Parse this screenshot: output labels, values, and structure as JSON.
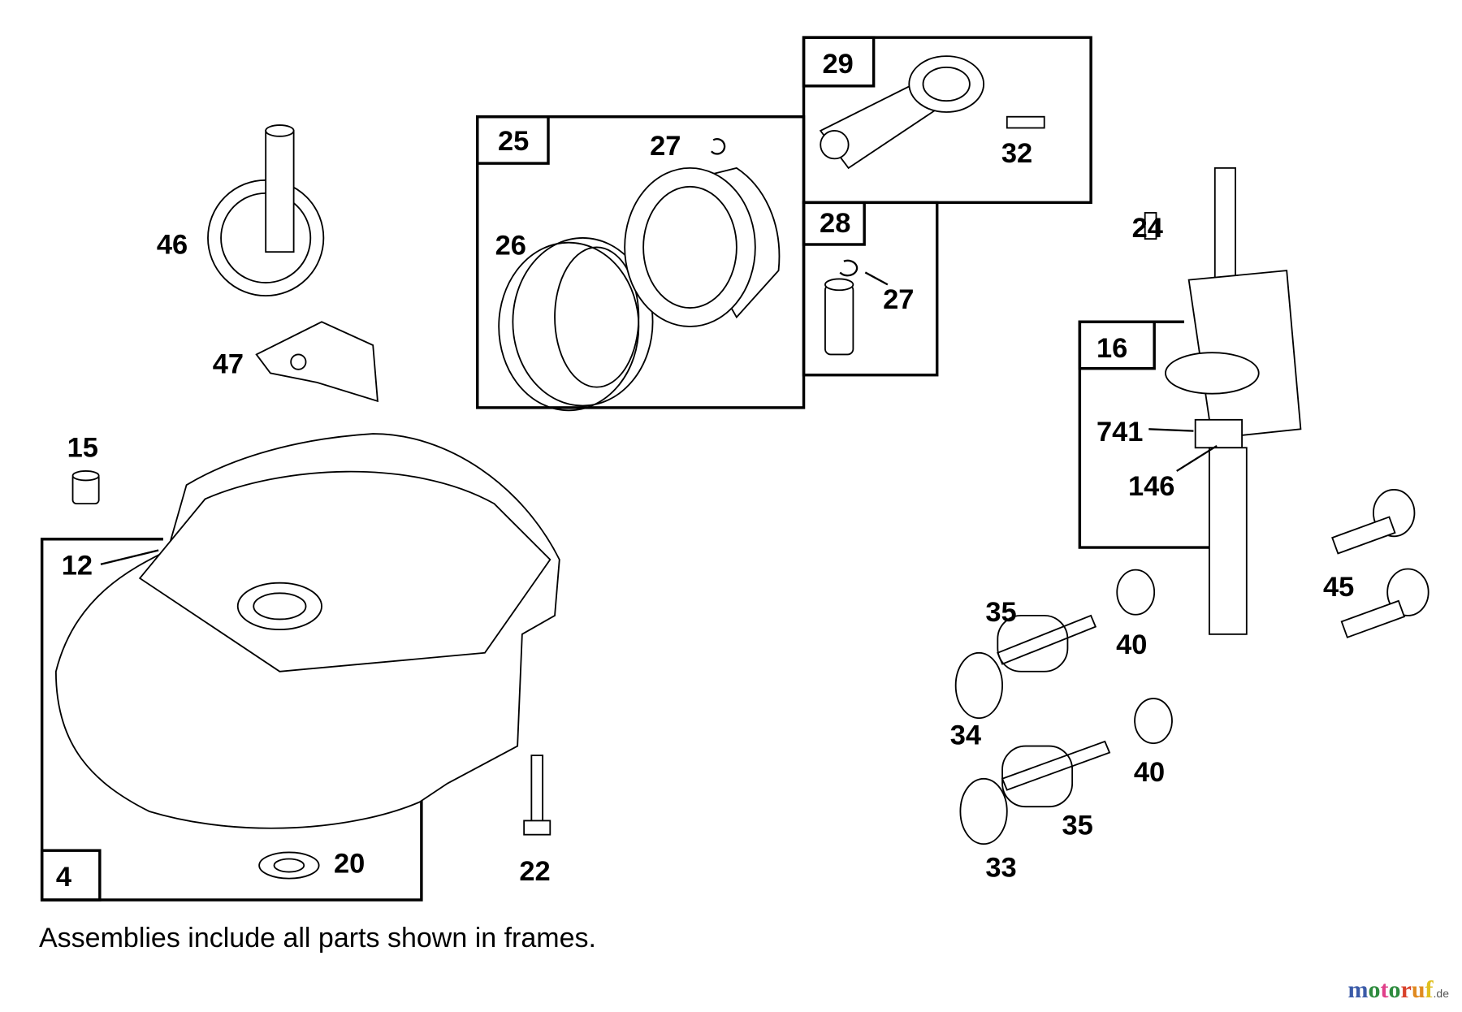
{
  "callouts": {
    "p46": "46",
    "p47": "47",
    "p15": "15",
    "p12": "12",
    "p4": "4",
    "p20": "20",
    "p22": "22",
    "p25": "25",
    "p27a": "27",
    "p26": "26",
    "p29": "29",
    "p32": "32",
    "p28": "28",
    "p27b": "27",
    "p24": "24",
    "p16": "16",
    "p741": "741",
    "p146": "146",
    "p35a": "35",
    "p40a": "40",
    "p45": "45",
    "p34": "34",
    "p40b": "40",
    "p35b": "35",
    "p33": "33"
  },
  "note": "Assemblies include all parts shown in frames.",
  "watermark": {
    "text": "motoruf",
    "suffix": ".de",
    "colors": [
      "#3b5ba8",
      "#2e8b3e",
      "#e0408a",
      "#2e8b3e",
      "#d8402a",
      "#e08a20",
      "#e0c020"
    ]
  }
}
